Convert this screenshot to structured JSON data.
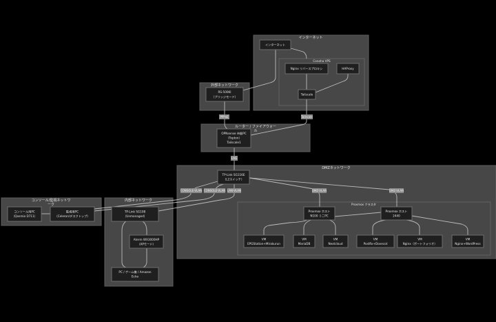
{
  "clusters": {
    "internet": "インターネット",
    "conoha": "Conoha VPS",
    "external": "外部ネットワーク",
    "router": [
      "ルーター / ファイアウォー",
      "ル"
    ],
    "dmz": "DMZネットワーク",
    "proxmox": "Proxmox クラスタ",
    "internal": "内部ネットワーク",
    "console": [
      "コンソール/監視ネットワ",
      "ーク"
    ]
  },
  "nodes": {
    "internet": [
      "インターネット"
    ],
    "nginx_proxy": [
      "Nginx リバースプロキシ"
    ],
    "haproxy": [
      "HAProxy"
    ],
    "tailscale_vps": [
      "Tailscale"
    ],
    "rs500ki": [
      "RS-500KI",
      "（ブリッジモード）"
    ],
    "opnsense": [
      "OPNsense 市販PC",
      "（Topton）",
      "Tailscale1"
    ],
    "sg116e": [
      "TP-Link SG116E",
      "（L2スイッチ）"
    ],
    "pve_n100": [
      "Proxmox ホスト",
      "N100 ミニPC"
    ],
    "pve_2440": [
      "Proxmox ホスト",
      "2440"
    ],
    "vm_epg": [
      "VM",
      "EPGStation+Mirakurun"
    ],
    "vm_mariadb": [
      "VM",
      "MariaDB"
    ],
    "vm_nextcloud": [
      "VM",
      "Nextcloud"
    ],
    "vm_postfix": [
      "VM",
      "Postfix+Dovecot"
    ],
    "vm_nginx_portfolio": [
      "VM",
      "Nginx（ポートフォリオ）"
    ],
    "vm_wordpress": [
      "VM",
      "Nginx+WordPress"
    ],
    "sg108": [
      "TP-Link SG108",
      "（Unmanaged）"
    ],
    "aterm": [
      "Aterm WX3000HP",
      "（APモード）"
    ],
    "pc_game": [
      "PC / ゲーム機 / Amazon",
      "Echo"
    ],
    "monitor_pc": [
      "監視用PC",
      "（Celeron/デスクトップ）"
    ],
    "console_pc": [
      "コンソール用PC",
      "（Qosmio D711）"
    ]
  },
  "edge_labels": {
    "pppoe": "PPPoE",
    "tailscale": "Tailscale",
    "lag": "LAG",
    "console_vlan_1": "CONSOLE-VLAN",
    "console_vlan_2": "CONSOLE-VLAN",
    "lan_vlan": "LAN-VLAN",
    "dmz_vlan_1": "DMZ-VLAN",
    "dmz_vlan_2": "DMZ-VLAN"
  }
}
